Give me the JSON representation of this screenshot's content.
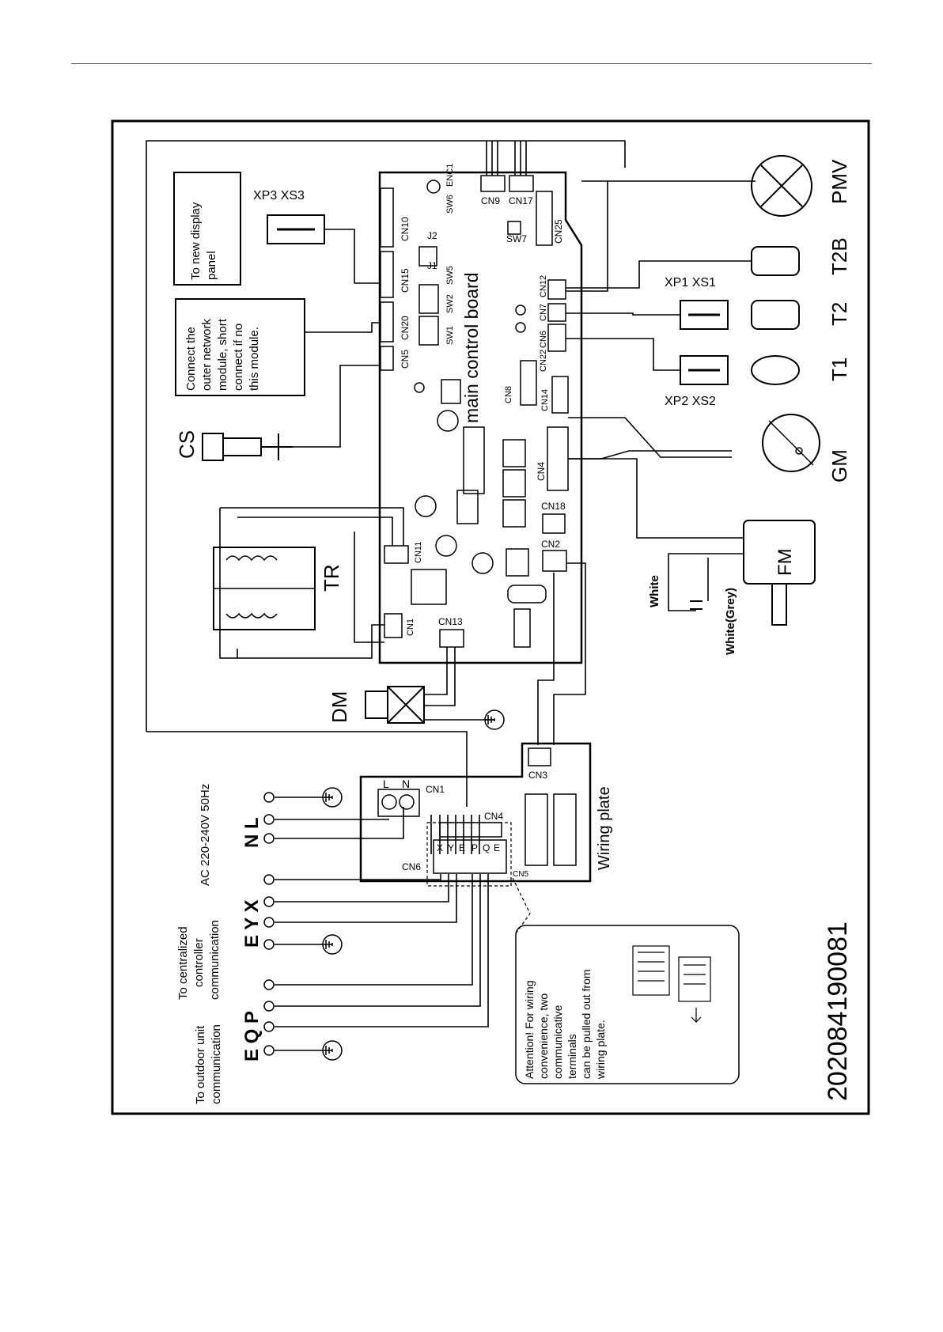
{
  "components": {
    "pmv": "PMV",
    "t2b": "T2B",
    "t2": "T2",
    "t1": "T1",
    "gm": "GM",
    "fm": "FM",
    "tr": "TR",
    "dm": "DM",
    "cs": "CS",
    "xp1_xs1": "XP1 XS1",
    "xp2_xs2": "XP2 XS2",
    "xp3_xs3": "XP3 XS3"
  },
  "wire_colors": {
    "white": "White",
    "white_grey": "White(Grey)"
  },
  "notes": {
    "display_panel": [
      "To new display",
      "panel"
    ],
    "network_module": [
      "Connect the",
      "outer network",
      "module, short",
      "connect if no",
      "this module."
    ],
    "attention": [
      "Attention! For wiring",
      "convenience, two",
      "communicative",
      "terminals",
      "can be pulled out from",
      "wiring plate."
    ]
  },
  "main_board": {
    "title": "main control board",
    "connectors": [
      "CN10",
      "CN15",
      "CN20",
      "CN5",
      "CN9",
      "CN17",
      "CN25",
      "CN12",
      "CN7",
      "CN6",
      "CN22",
      "CN8",
      "CN14",
      "CN4",
      "CN18",
      "CN2",
      "CN11",
      "CN1",
      "CN13"
    ],
    "switches": [
      "SW6",
      "ENC1",
      "SW7",
      "J2",
      "J1",
      "SW5",
      "SW2",
      "SW1"
    ]
  },
  "wiring_plate": {
    "title": "Wiring plate",
    "connectors": [
      "CN1",
      "CN3",
      "CN4",
      "CN6",
      "CN5"
    ],
    "terminal_labels": [
      "L",
      "N"
    ],
    "terminals": [
      "X",
      "Y",
      "E",
      "P",
      "Q",
      "E"
    ]
  },
  "power": {
    "spec": "AC 220-240V 50Hz",
    "terminals": "N L"
  },
  "centralized": {
    "label": [
      "To centralized",
      "controller",
      "communication"
    ],
    "terminals": "E Y X"
  },
  "outdoor": {
    "label": [
      "To outdoor unit",
      "communication"
    ],
    "terminals": "E Q P"
  },
  "part_number": "202084190081"
}
